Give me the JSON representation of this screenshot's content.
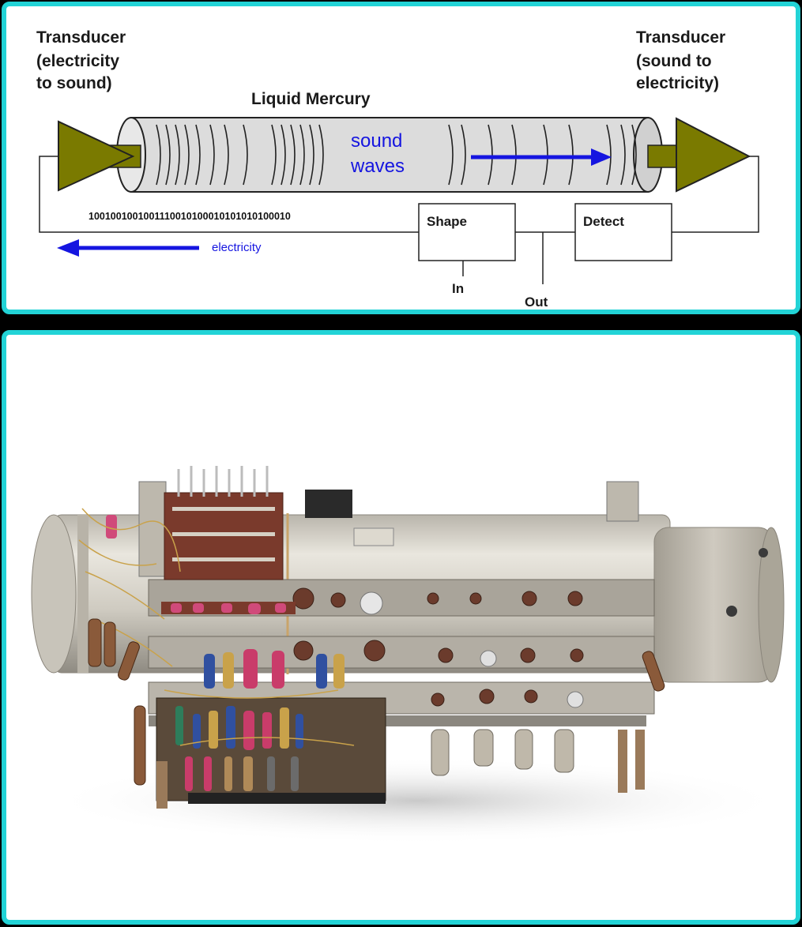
{
  "diagram": {
    "left_transducer": [
      "Transducer",
      "(electricity",
      "to sound)"
    ],
    "right_transducer": [
      "Transducer",
      "(sound to",
      "electricity)"
    ],
    "medium_label": "Liquid Mercury",
    "wave_label": [
      "sound",
      "waves"
    ],
    "bitstream": "1001001001001110010100010101010100010",
    "electricity_label": "electricity",
    "shape_box": "Shape",
    "detect_box": "Detect",
    "in_label": "In",
    "out_label": "Out",
    "colors": {
      "frame": "#22d3d6",
      "transducer": "#7a7a00",
      "arrow": "#1515e0",
      "tube": "#dcdcdc"
    }
  },
  "photo": {
    "subject_icon": "mercury-delay-line-memory-unit"
  }
}
